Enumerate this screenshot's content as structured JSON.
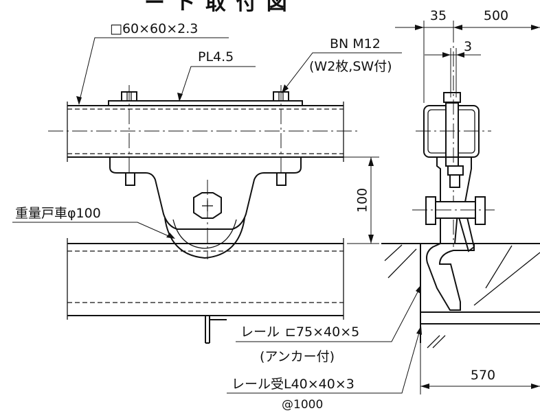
{
  "labels": {
    "header": "ー ト 取 付 図",
    "tube": "□60×60×2.3",
    "plate": "PL4.5",
    "bolt": "BN M12",
    "bolt_note": "(W2枚,SW付)",
    "roller": "重量戸車φ100",
    "rail": "レール",
    "rail_channel": "⊏75×40×5",
    "anchor": "(アンカー付)",
    "rail_seat": "レール受L40×40×3",
    "pitch": "@1000"
  },
  "dims": {
    "d35": "35",
    "d500": "500",
    "d3": "3",
    "d100": "100",
    "d570": "570"
  }
}
